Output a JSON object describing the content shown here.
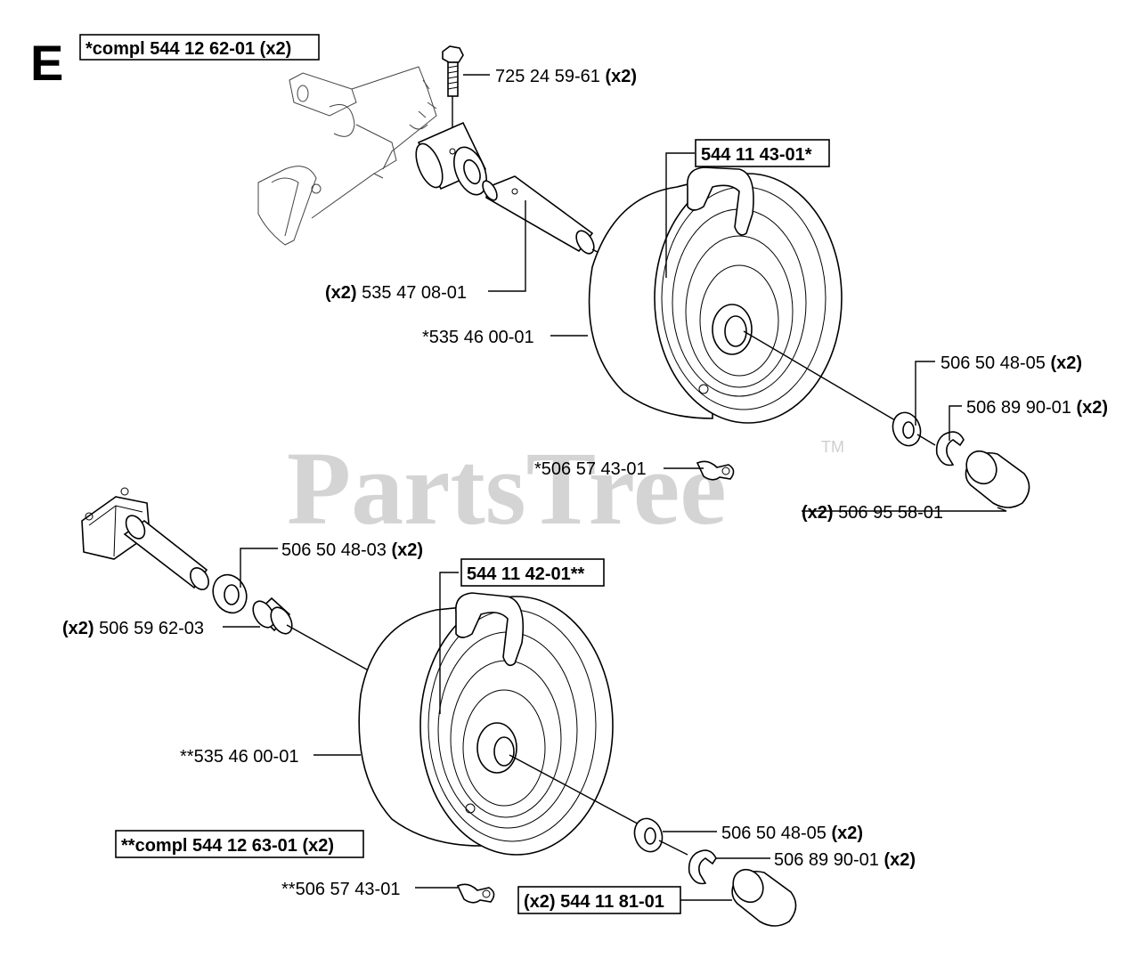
{
  "section_letter": "E",
  "watermark": "PartsTree",
  "trademark": "TM",
  "labels": {
    "compl_top_boxed": "*compl 544 12 62-01 (x2)",
    "bolt_number": "725 24 59-61",
    "bolt_qty": "(x2)",
    "wheel_top_boxed": "544 11 43-01*",
    "axle_qty": "(x2)",
    "axle_number": "535 47 08-01",
    "tire_top": "*535 46 00-01",
    "washer_top_number": "506 50 48-05",
    "washer_top_qty": "(x2)",
    "clip_top_number": "506 89 90-01",
    "clip_top_qty": "(x2)",
    "spacer_top": "*506 57 43-01",
    "cap_top_qty": "(x2)",
    "cap_top_number": "506 95 58-01",
    "washer_left_number": "506 50 48-03",
    "washer_left_qty": "(x2)",
    "wheel_bottom_boxed": "544 11 42-01**",
    "bushing_qty": "(x2)",
    "bushing_number": "506 59 62-03",
    "tire_bottom": "**535 46 00-01",
    "washer_bottom_number": "506 50 48-05",
    "washer_bottom_qty": "(x2)",
    "clip_bottom_number": "506 89 90-01",
    "clip_bottom_qty": "(x2)",
    "compl_bottom_boxed": "**compl 544 12 63-01 (x2)",
    "spacer_bottom": "**506 57 43-01",
    "cap_bottom_boxed": "(x2) 544 11 81-01"
  }
}
